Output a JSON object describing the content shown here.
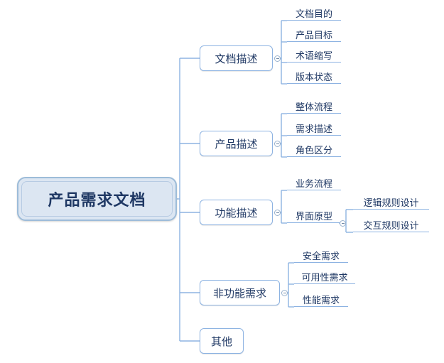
{
  "diagram": {
    "type": "mindmap",
    "title": "产品需求文档",
    "colors": {
      "root_fill": "#dce6f2",
      "root_border": "#9dbcd9",
      "node_border": "#8db3e2",
      "text": "#1f3864",
      "background": "#ffffff"
    },
    "root": {
      "label": "产品需求文档"
    },
    "branches": [
      {
        "label": "文档描述",
        "children": [
          {
            "label": "文档目的"
          },
          {
            "label": "产品目标"
          },
          {
            "label": "术语缩写"
          },
          {
            "label": "版本状态"
          }
        ]
      },
      {
        "label": "产品描述",
        "children": [
          {
            "label": "整体流程"
          },
          {
            "label": "需求描述"
          },
          {
            "label": "角色区分"
          }
        ]
      },
      {
        "label": "功能描述",
        "children": [
          {
            "label": "业务流程"
          },
          {
            "label": "界面原型",
            "children": [
              {
                "label": "逻辑规则设计"
              },
              {
                "label": "交互规则设计"
              }
            ]
          }
        ]
      },
      {
        "label": "非功能需求",
        "children": [
          {
            "label": "安全需求"
          },
          {
            "label": "可用性需求"
          },
          {
            "label": "性能需求"
          }
        ]
      },
      {
        "label": "其他",
        "children": []
      }
    ]
  }
}
